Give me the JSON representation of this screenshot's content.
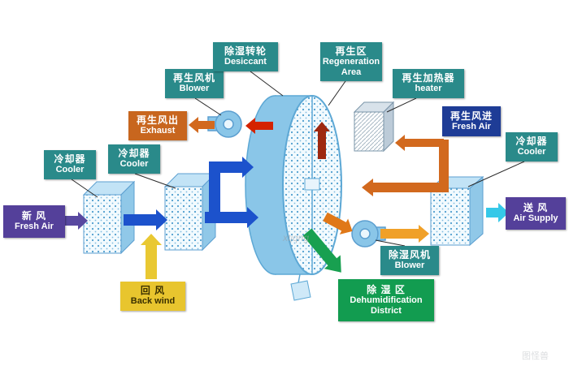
{
  "labels": {
    "fresh_air": {
      "cn": "新  风",
      "en": "Fresh Air"
    },
    "cooler_1": {
      "cn": "冷却器",
      "en": "Cooler"
    },
    "cooler_2": {
      "cn": "冷却器",
      "en": "Cooler"
    },
    "blower_top": {
      "cn": "再生风机",
      "en": "Blower"
    },
    "exhaust": {
      "cn": "再生风出",
      "en": "Exhaust"
    },
    "desiccant": {
      "cn": "除湿转轮",
      "en": "Desiccant"
    },
    "regen_area": {
      "cn": "再生区",
      "en": "Regeneration Area"
    },
    "heater": {
      "cn": "再生加热器",
      "en": "heater"
    },
    "regen_in": {
      "cn": "再生风进",
      "en": "Fresh Air"
    },
    "cooler_3": {
      "cn": "冷却器",
      "en": "Cooler"
    },
    "air_supply": {
      "cn": "送  风",
      "en": "Air Supply"
    },
    "blower_bottom": {
      "cn": "除湿风机",
      "en": "Blower"
    },
    "back_wind": {
      "cn": "回  风",
      "en": "Back wind"
    },
    "dehumid": {
      "cn": "除 湿 区",
      "en": "Dehumidification District"
    }
  },
  "watermarks": {
    "center": "xtjqng",
    "corner": "图怪兽"
  },
  "colors": {
    "label_teal": "#2A8A8A",
    "label_purple": "#54409A",
    "label_navy": "#1E3C96",
    "label_orange": "#C8661E",
    "label_yellow": "#E8C52E",
    "label_green": "#129C50",
    "arrow_blue": "#1C52CC",
    "arrow_purple": "#5848A0",
    "arrow_orange": "#D2691E",
    "arrow_amber": "#F0A028",
    "arrow_red": "#D42300",
    "arrow_maroon": "#9E2810",
    "arrow_yellow": "#E9C832",
    "arrow_cyan": "#35C8E8",
    "arrow_green": "#18A050",
    "shape_blue": "#8AC6E8"
  }
}
